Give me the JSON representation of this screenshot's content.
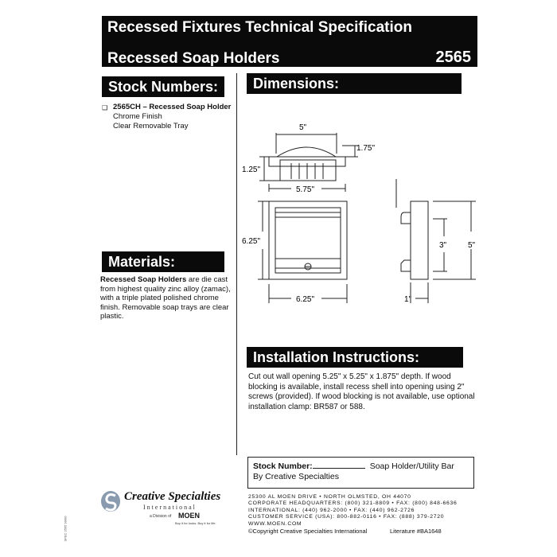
{
  "header": {
    "title": "Recessed Fixtures Technical Specification",
    "subtitle": "Recessed Soap Holders",
    "model": "2565"
  },
  "stock": {
    "heading": "Stock Numbers:",
    "bullet": "❑",
    "item_name": "2565CH – Recessed Soap Holder",
    "item_finish": "Chrome Finish",
    "item_tray": "Clear Removable Tray"
  },
  "dimensions": {
    "heading": "Dimensions:",
    "top_width": "5\"",
    "dome_height": "1.75\"",
    "depth": "1.25\"",
    "flange_width": "5.75\"",
    "front_height": "6.25\"",
    "front_width": "6.25\"",
    "side_inner": "3\"",
    "side_outer": "5\"",
    "side_depth": "1\""
  },
  "materials": {
    "heading": "Materials:",
    "lead": "Recessed Soap Holders",
    "body": " are die cast from highest quality zinc alloy (zamac), with a triple plated polished chrome finish.  Removable soap trays are clear plastic."
  },
  "installation": {
    "heading": "Installation Instructions:",
    "body": "Cut out wall opening 5.25\" x 5.25\" x 1.875\" depth.  If wood blocking is available, install recess shell into opening using 2\" screws (provided).  If wood blocking is not available, use optional installation clamp: BR587 or 588."
  },
  "stock_box": {
    "label": "Stock Number:",
    "description": "Soap Holder/Utility  Bar",
    "line2": "By Creative Specialties"
  },
  "footer": {
    "address1": "25300 AL MOEN DRIVE • NORTH OLMSTED, OH 44070",
    "address2": "CORPORATE HEADQUARTERS: (800) 321-8809 • FAX: (800) 848-6636",
    "address3": "INTERNATIONAL: (440) 962-2000 • FAX: (440) 962-2726",
    "address4": "CUSTOMER SERVICE (USA): 800-882-0116 • FAX: (888) 379-2720",
    "website": "WWW.MOEN.COM",
    "copyright": "©Copyright Creative Specialties International",
    "literature": "Literature #BA1648"
  },
  "logo": {
    "brand": "Creative Specialties",
    "intl": "International",
    "division": "a Division of",
    "moen": "MOEN",
    "tagline": "Buy it for looks. Buy it for life."
  },
  "side_code": "SPEC 2565 99/00"
}
